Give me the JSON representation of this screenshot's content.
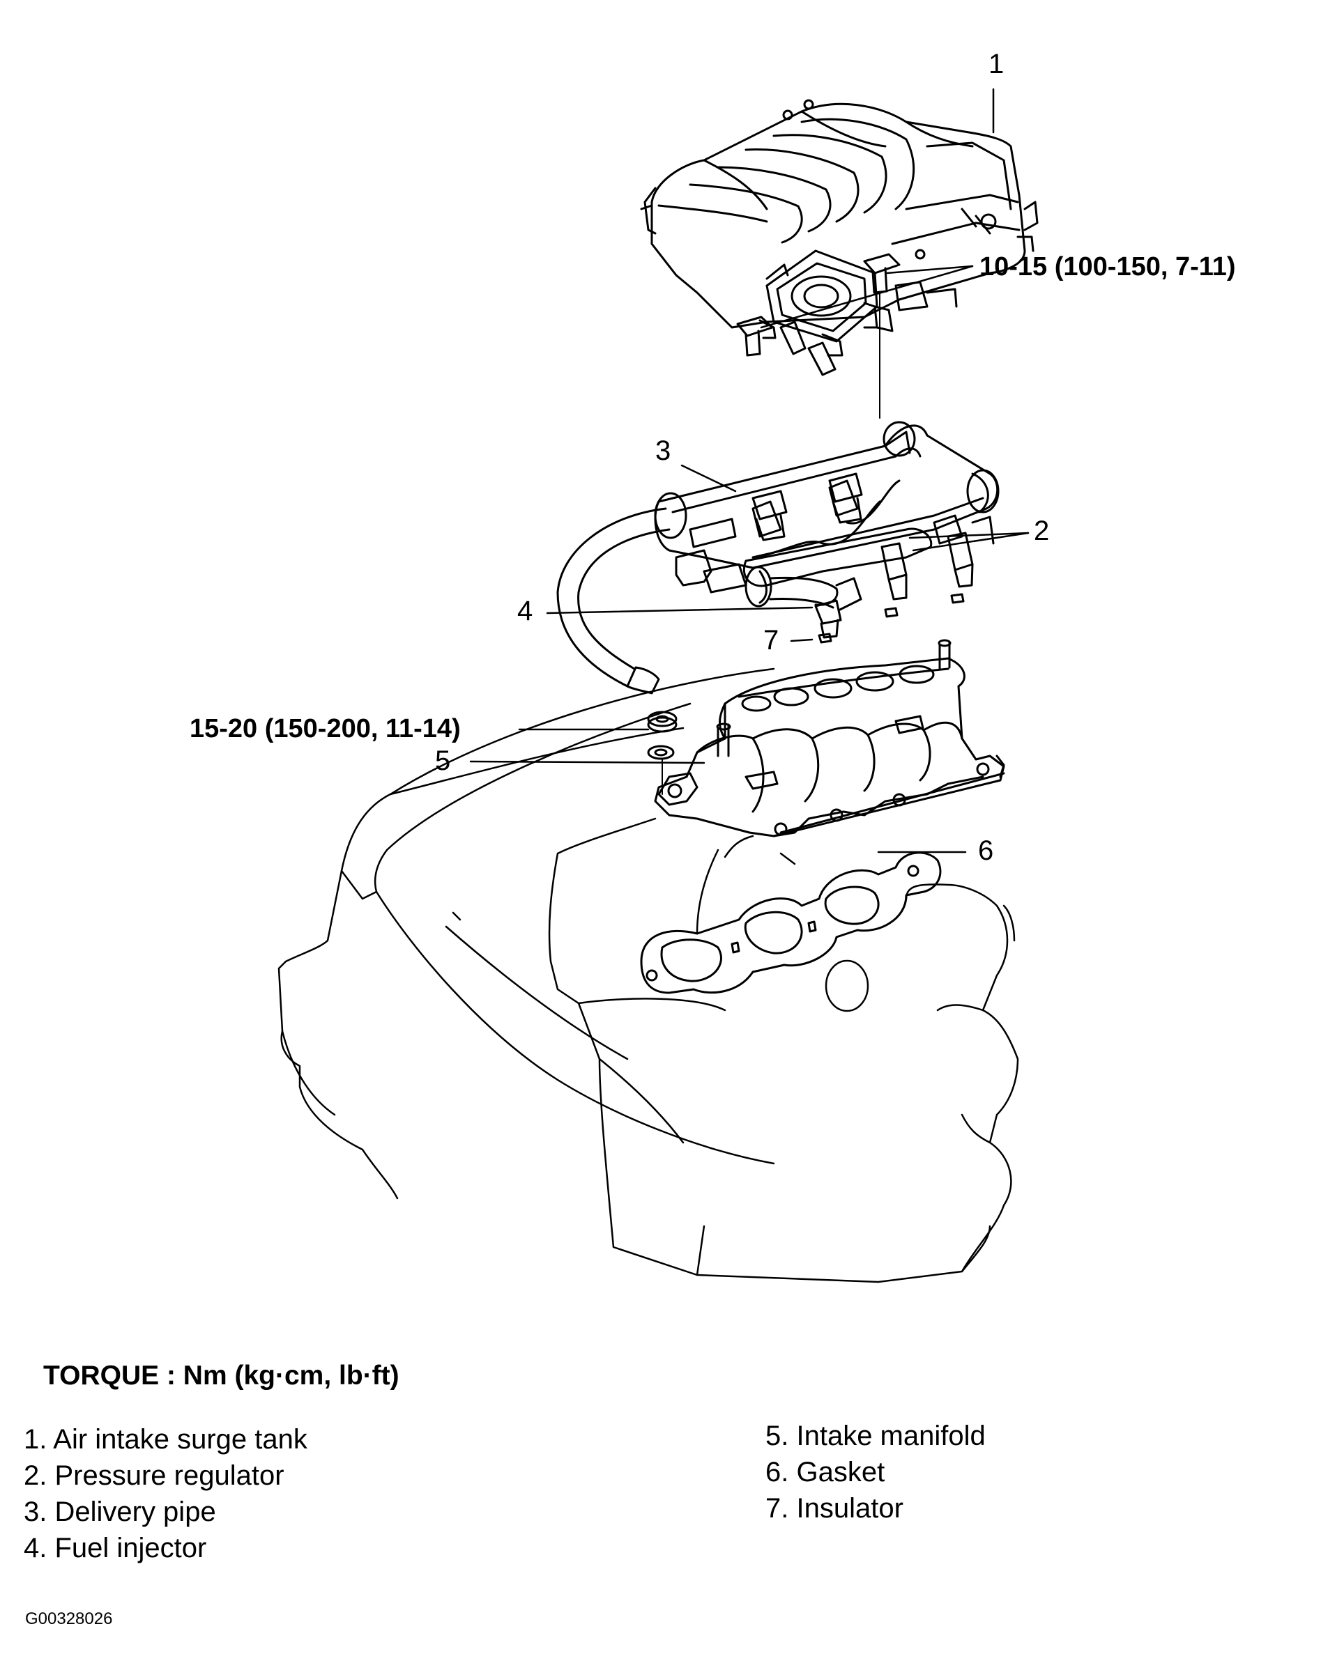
{
  "callouts": {
    "c1": "1",
    "c2": "2",
    "c3": "3",
    "c4": "4",
    "c5": "5",
    "c6": "6",
    "c7": "7"
  },
  "torque_specs": {
    "upper": "10-15 (100-150, 7-11)",
    "lower": "15-20 (150-200, 11-14)"
  },
  "legend": {
    "title": "TORQUE : Nm (kg·cm, lb·ft)",
    "items": [
      "1. Air intake surge tank",
      "2. Pressure regulator",
      "3. Delivery pipe",
      "4. Fuel injector",
      "5. Intake manifold",
      "6. Gasket",
      "7. Insulator"
    ]
  },
  "figure_id": "G00328026"
}
